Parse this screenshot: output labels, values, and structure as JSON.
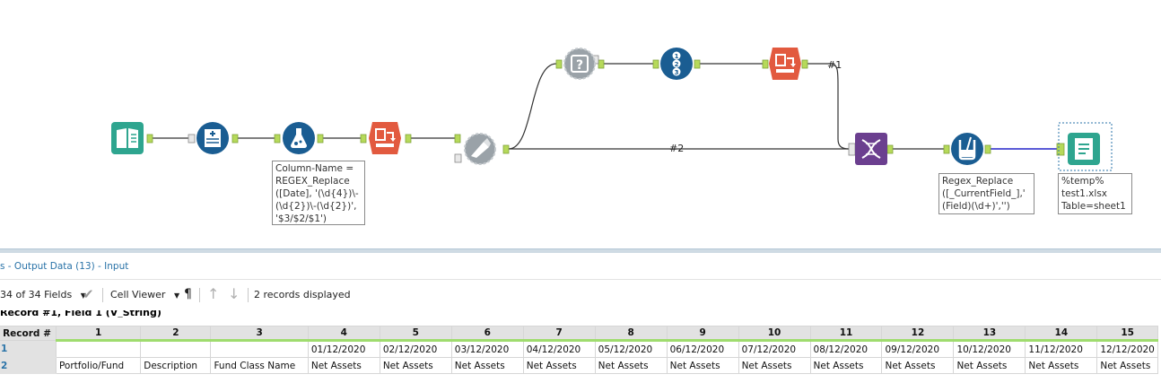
{
  "colors": {
    "accent_blue": "#1a5d92",
    "red_tool": "#e25a3f",
    "teal_tool": "#2ea58f",
    "purple_tool": "#6b3f8f",
    "grey_tool": "#9aa2a8",
    "anchor_green": "#b6d95a",
    "grid_green": "#9fdc6e"
  },
  "workflow": {
    "tools": [
      {
        "name": "input-data-tool",
        "icon": "book-icon"
      },
      {
        "name": "dynamic-input-tool",
        "icon": "plus-table-icon"
      },
      {
        "name": "formula-tool",
        "icon": "flask-icon"
      },
      {
        "name": "select-records-tool",
        "icon": "select-icon"
      },
      {
        "name": "join-tool",
        "icon": "join-icon"
      },
      {
        "name": "filter-tool",
        "icon": "question-icon"
      },
      {
        "name": "record-id-tool",
        "icon": "numbered-list-icon"
      },
      {
        "name": "select-records-tool-2",
        "icon": "select-icon"
      },
      {
        "name": "append-fields-tool",
        "icon": "dna-icon"
      },
      {
        "name": "multi-field-formula-tool",
        "icon": "beaker-icon"
      },
      {
        "name": "output-data-tool",
        "icon": "output-table-icon"
      }
    ],
    "connection_labels": {
      "c1": "#1",
      "c2": "#2"
    },
    "annotations": {
      "formula": "Column-Name =\nREGEX_Replace\n([Date], '(\\d{4})\\-\n(\\d{2})\\-(\\d{2})',\n'$3/$2/$1')",
      "multi_field": "Regex_Replace\n([_CurrentField_],'\n(Field)(\\d+)','')",
      "output": "%temp%\ntest1.xlsx\nTable=sheet1"
    }
  },
  "results": {
    "title": "s - Output Data (13) - Input",
    "fields_selector": "34 of 34 Fields",
    "cell_viewer": "Cell Viewer",
    "records_displayed": "2 records displayed",
    "partial_header": "Record #1, Field 1 (V_String)",
    "record_header": "Record #",
    "columns": [
      "1",
      "2",
      "3",
      "4",
      "5",
      "6",
      "7",
      "8",
      "9",
      "10",
      "11",
      "12",
      "13",
      "14",
      "15"
    ],
    "rows": [
      {
        "num": "1",
        "cells": [
          "",
          "",
          "",
          "01/12/2020",
          "02/12/2020",
          "03/12/2020",
          "04/12/2020",
          "05/12/2020",
          "06/12/2020",
          "07/12/2020",
          "08/12/2020",
          "09/12/2020",
          "10/12/2020",
          "11/12/2020",
          "12/12/2020"
        ]
      },
      {
        "num": "2",
        "cells": [
          "Portfolio/Fund",
          "Description",
          "Fund Class Name",
          "Net Assets",
          "Net Assets",
          "Net Assets",
          "Net Assets",
          "Net Assets",
          "Net Assets",
          "Net Assets",
          "Net Assets",
          "Net Assets",
          "Net Assets",
          "Net Assets",
          "Net Assets"
        ]
      }
    ]
  }
}
